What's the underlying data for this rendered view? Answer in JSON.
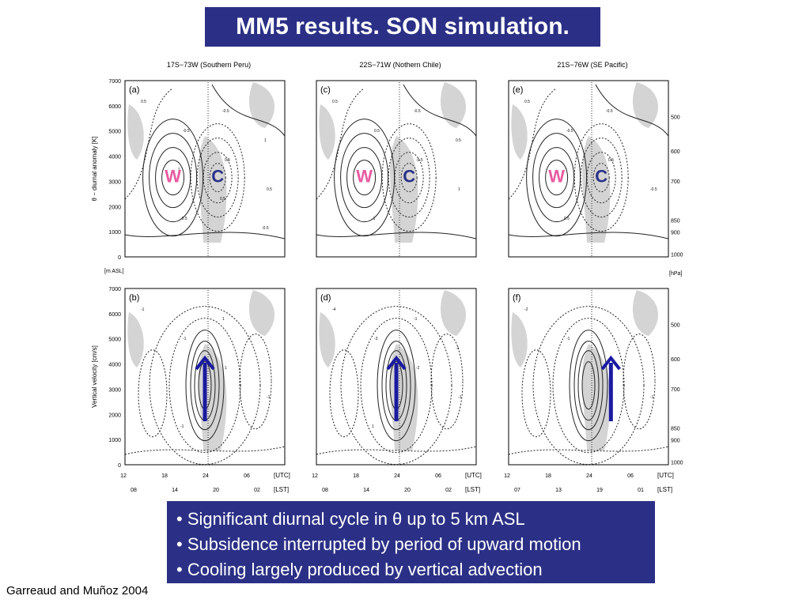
{
  "slide": {
    "title": "MM5 results. SON simulation.",
    "citation": "Garreaud and Muñoz 2004",
    "bullets": [
      "• Significant diurnal cycle in θ up to 5 km ASL",
      "• Subsidence interrupted by period of upward motion",
      "• Cooling largely produced by vertical advection"
    ]
  },
  "colors": {
    "title_bg": "#2b3086",
    "warm": "#e85aa0",
    "cold": "#2b3086",
    "arrow": "#1a1aa0",
    "shade": "#d4d4d4"
  },
  "chart_data": {
    "type": "contour",
    "column_titles": [
      "17S−73W (Southern Peru)",
      "22S−71W (Nothern Chile)",
      "21S−76W (SE Pacific)"
    ],
    "panels": [
      {
        "label": "(a)",
        "row": 0,
        "col": 0,
        "warm_label": "W",
        "cold_label": "C",
        "contour_labels": [
          "0.5",
          "-0.5",
          "0.5",
          "0.5",
          "-0.5",
          "-0.5",
          "1",
          "1",
          "0.5",
          "-0.5"
        ]
      },
      {
        "label": "(c)",
        "row": 0,
        "col": 1,
        "warm_label": "W",
        "cold_label": "C",
        "contour_labels": [
          "0.5",
          "0.5",
          "-0.5",
          "1",
          "-1",
          "-0.5",
          "0.5"
        ]
      },
      {
        "label": "(e)",
        "row": 0,
        "col": 2,
        "warm_label": "W",
        "cold_label": "C",
        "contour_labels": [
          "0.5",
          "-0.5",
          "0.5",
          "-0.5",
          "0.5",
          "-0.5"
        ]
      },
      {
        "label": "(b)",
        "row": 1,
        "col": 0,
        "contour_labels": [
          "-1",
          "-1",
          "1",
          "-1",
          "-1",
          "1"
        ],
        "upward_arrow": true
      },
      {
        "label": "(d)",
        "row": 1,
        "col": 1,
        "contour_labels": [
          "-4",
          "-3",
          "-2",
          "-1",
          "1",
          "-1",
          "-1"
        ],
        "upward_arrow": true
      },
      {
        "label": "(f)",
        "row": 1,
        "col": 2,
        "contour_labels": [
          "-2",
          "-1",
          "1",
          "-1"
        ],
        "upward_arrow": true
      }
    ],
    "left_axis": {
      "ticks": [
        0,
        1000,
        2000,
        3000,
        4000,
        5000,
        6000,
        7000
      ],
      "ylabel_top": "θ − diurnal anomaly [K]",
      "ylabel_bottom": "Vertical velocity [cm/s]",
      "unit": "[m ASL]",
      "ylim": [
        0,
        7000
      ]
    },
    "right_axis": {
      "ticks": [
        500,
        600,
        700,
        850,
        900,
        1000
      ],
      "unit": "[hPa]"
    },
    "x_axis": {
      "utc_ticks": [
        "12",
        "18",
        "24",
        "06"
      ],
      "utc_unit": "[UTC]",
      "lst_ticks": [
        [
          "08",
          "14",
          "20",
          "02"
        ],
        [
          "08",
          "14",
          "20",
          "02"
        ],
        [
          "07",
          "13",
          "19",
          "01"
        ]
      ],
      "lst_unit": "[LST]"
    }
  }
}
